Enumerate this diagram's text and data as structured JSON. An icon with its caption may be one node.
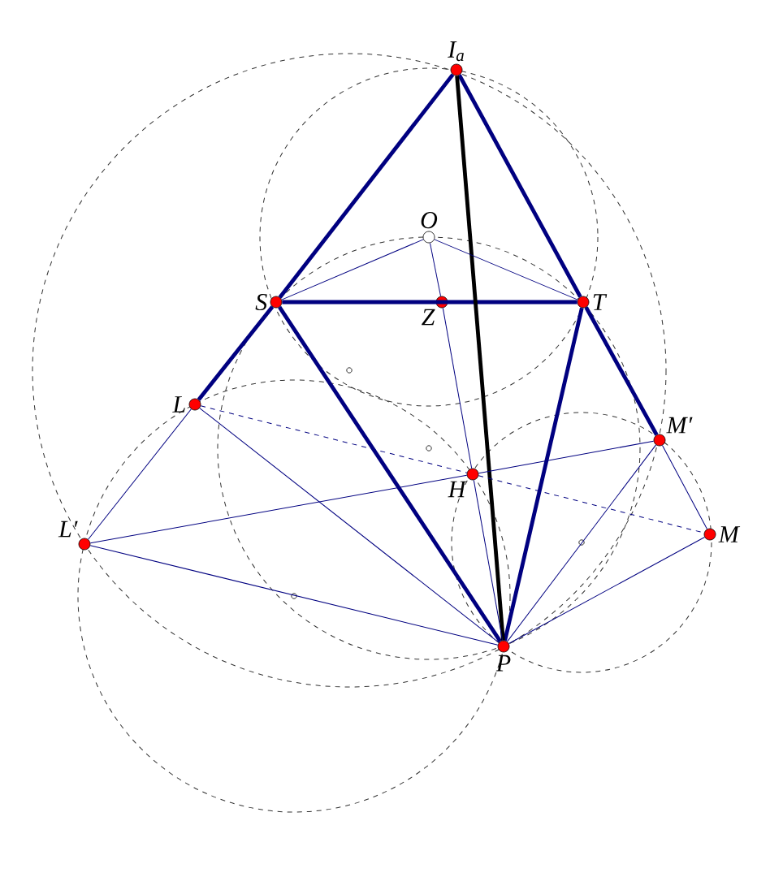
{
  "diagram": {
    "nodes": [
      {
        "text": [
          "I$_{a}$"
        ]
      },
      {
        "text": [
          "O"
        ]
      },
      {
        "text": [
          "S"
        ]
      },
      {
        "text": [
          "Z"
        ]
      },
      {
        "text": [
          "T"
        ]
      },
      {
        "text": [
          "L"
        ]
      },
      {
        "text": [
          "M′"
        ]
      },
      {
        "text": [
          "H"
        ]
      },
      {
        "text": [
          "M"
        ]
      },
      {
        "text": [
          "L′"
        ]
      },
      {
        "text": [
          "P"
        ]
      }
    ],
    "edges": [
      {
        "from": 0,
        "to": 2,
        "arrow": "none",
        "style": "thick"
      },
      {
        "from": 2,
        "to": 5,
        "arrow": "none",
        "style": "thick"
      },
      {
        "from": 0,
        "to": 4,
        "arrow": "none",
        "style": "thick"
      },
      {
        "from": 4,
        "to": 6,
        "arrow": "none",
        "style": "thick"
      },
      {
        "from": 2,
        "to": 4,
        "arrow": "none",
        "style": "thick"
      },
      {
        "from": 2,
        "to": 10,
        "arrow": "none",
        "style": "thick"
      },
      {
        "from": 4,
        "to": 10,
        "arrow": "none",
        "style": "thick"
      },
      {
        "from": 0,
        "to": 10,
        "arrow": "none",
        "style": "thick",
        "color": "#000000"
      },
      {
        "from": 1,
        "to": 2,
        "arrow": "none"
      },
      {
        "from": 1,
        "to": 4,
        "arrow": "none"
      },
      {
        "from": 1,
        "to": 3,
        "arrow": "none"
      },
      {
        "from": 3,
        "to": 7,
        "arrow": "none"
      },
      {
        "from": 7,
        "to": 10,
        "arrow": "none"
      },
      {
        "from": 5,
        "to": 9,
        "arrow": "none"
      },
      {
        "from": 5,
        "to": 10,
        "arrow": "none"
      },
      {
        "from": 9,
        "to": 7,
        "arrow": "none"
      },
      {
        "from": 7,
        "to": 6,
        "arrow": "none"
      },
      {
        "from": 9,
        "to": 10,
        "arrow": "none"
      },
      {
        "from": 6,
        "to": 8,
        "arrow": "none"
      },
      {
        "from": 8,
        "to": 10,
        "arrow": "none"
      },
      {
        "from": 6,
        "to": 10,
        "arrow": "none"
      },
      {
        "from": 5,
        "to": 7,
        "arrow": "none",
        "style": "dashed"
      },
      {
        "from": 7,
        "to": 8,
        "arrow": "none",
        "style": "dashed"
      }
    ]
  }
}
